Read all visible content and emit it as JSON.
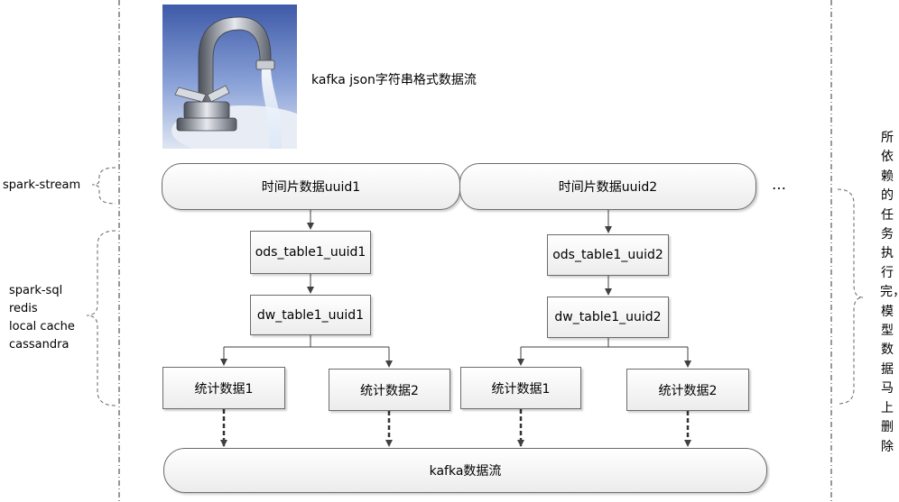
{
  "source_label": "kafka json字符串格式数据流",
  "left_labels": {
    "spark_stream": "spark-stream",
    "storage": [
      "spark-sql",
      "redis",
      "local cache",
      "cassandra"
    ]
  },
  "right_note": "所依赖的任务执行完，模型数据马上删除",
  "ellipsis": "…",
  "groups": [
    {
      "slice": "时间片数据uuid1",
      "ods": "ods_table1_uuid1",
      "dw": "dw_table1_uuid1",
      "stats": [
        "统计数据1",
        "统计数据2"
      ]
    },
    {
      "slice": "时间片数据uuid2",
      "ods": "ods_table1_uuid2",
      "dw": "dw_table1_uuid2",
      "stats": [
        "统计数据1",
        "统计数据2"
      ]
    }
  ],
  "sink": "kafka数据流",
  "faucet_icon": "faucet-image"
}
